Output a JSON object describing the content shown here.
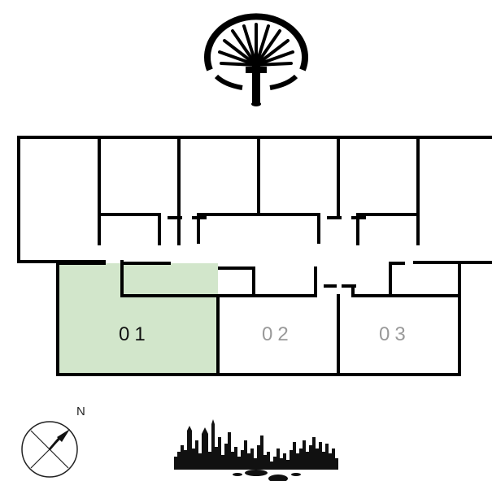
{
  "units": [
    {
      "label": "01",
      "highlighted": true
    },
    {
      "label": "02",
      "highlighted": false
    },
    {
      "label": "03",
      "highlighted": false
    }
  ],
  "compass": {
    "north_label": "N"
  },
  "icons": {
    "top": "palm-island-logo-icon",
    "compass": "compass-icon",
    "skyline": "city-skyline-icon"
  },
  "colors": {
    "highlight_fill": "#d2e6cb",
    "wall": "#000000",
    "unit_text_active": "#111111",
    "unit_text_inactive": "#999999"
  }
}
